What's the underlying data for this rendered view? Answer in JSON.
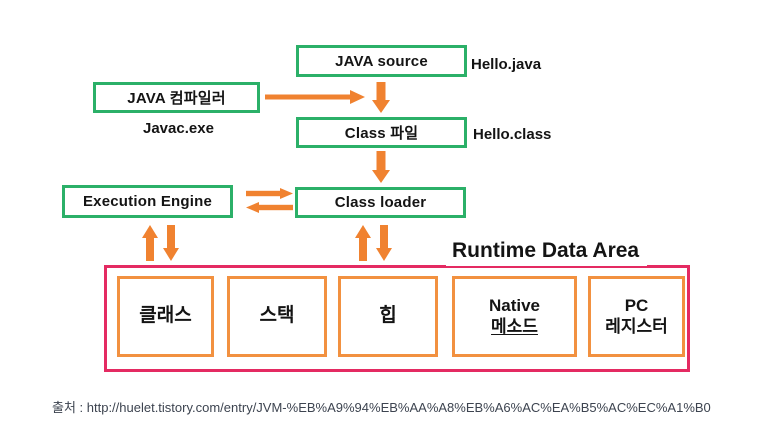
{
  "diagram": {
    "boxes": {
      "java_source": "JAVA source",
      "java_compiler": "JAVA 컴파일러",
      "class_file": "Class 파일",
      "execution_engine": "Execution Engine",
      "class_loader": "Class loader"
    },
    "labels": {
      "hello_java": "Hello.java",
      "javac_exe": "Javac.exe",
      "hello_class": "Hello.class"
    },
    "runtime_area": {
      "title": "Runtime Data Area",
      "cells": [
        {
          "label": "클래스"
        },
        {
          "label": "스택"
        },
        {
          "label": "힙"
        },
        {
          "line1": "Native",
          "line2": "메소드"
        },
        {
          "line1": "PC",
          "line2": "레지스터"
        }
      ]
    },
    "colors": {
      "green_border": "#2bb068",
      "orange_arrow": "#f08230",
      "orange_cell_border": "#f29140",
      "pink_border": "#e42a62",
      "text": "#141414"
    }
  },
  "footer": {
    "source_text": "출처 : http://huelet.tistory.com/entry/JVM-%EB%A9%94%EB%AA%A8%EB%A6%AC%EA%B5%AC%EC%A1%B0"
  }
}
